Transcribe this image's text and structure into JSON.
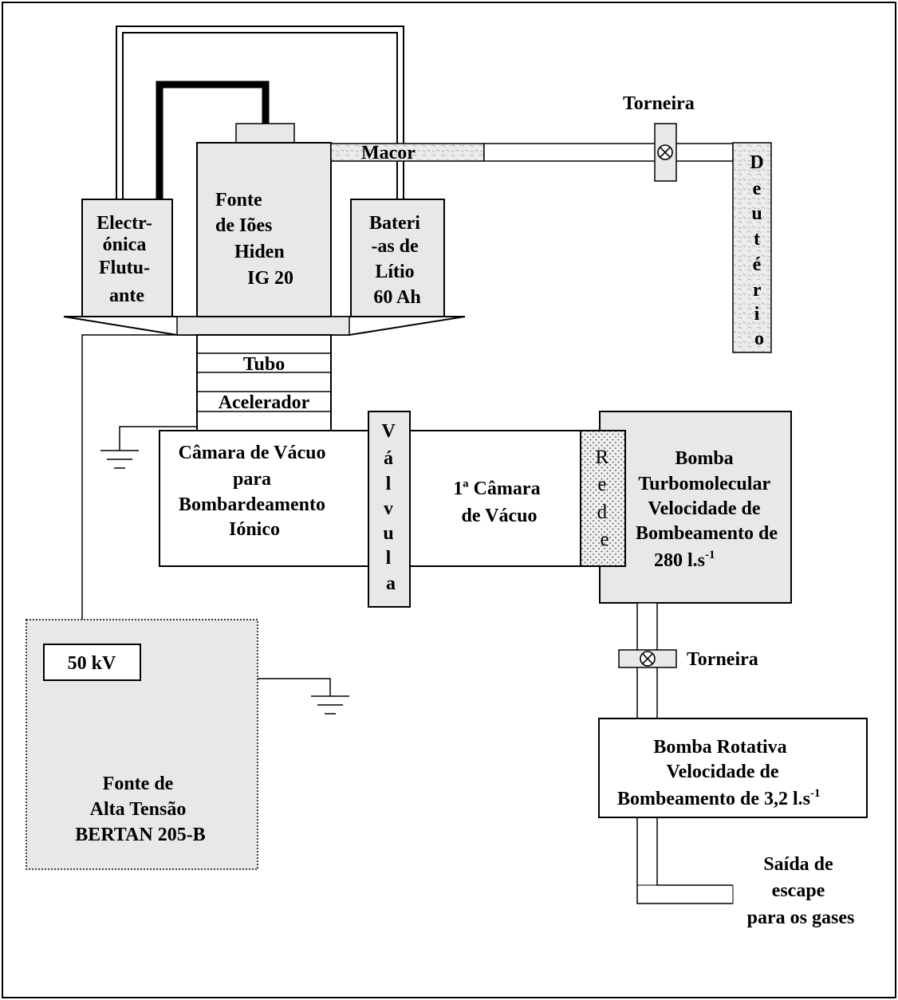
{
  "colors": {
    "box_fill": "#e8e8e8",
    "white": "#ffffff",
    "line": "#000000",
    "pattern_stroke": "#b0b0b0"
  },
  "labels": {
    "electronics": [
      "Electr-",
      "ónica",
      "Flutu-",
      "ante"
    ],
    "ion_source": [
      "Fonte",
      "de Iões",
      "Hiden",
      "IG 20"
    ],
    "batteries": [
      "Bateri",
      "-as de",
      "Lítio",
      "60 Ah"
    ],
    "macor": "Macor",
    "tap_top": "Torneira",
    "deuterium": [
      "D",
      "e",
      "u",
      "t",
      "é",
      "r",
      "i",
      "o"
    ],
    "tube": "Tubo",
    "accelerator": "Acelerador",
    "ion_chamber": [
      "Câmara de Vácuo",
      "para",
      "Bombardeamento",
      "Iónico"
    ],
    "valve": [
      "V",
      "á",
      "l",
      "v",
      "u",
      "l",
      "a"
    ],
    "first_chamber": [
      "1ª Câmara",
      "de Vácuo"
    ],
    "mesh": [
      "R",
      "e",
      "d",
      "e"
    ],
    "turbo_pump": [
      "Bomba",
      "Turbomolecular",
      "Velocidade de",
      "Bombeamento de",
      "280 l.s"
    ],
    "turbo_sup": "-1",
    "tap_bottom": "Torneira",
    "voltage": "50 kV",
    "hv_source": [
      "Fonte de",
      "Alta Tensão",
      "BERTAN 205-B"
    ],
    "rotary_pump": [
      "Bomba Rotativa",
      "Velocidade de",
      "Bombeamento de 3,2 l.s"
    ],
    "rotary_sup": "-1",
    "exhaust": [
      "Saída de",
      "escape",
      "para os gases"
    ]
  },
  "icons": {
    "tap": "circle-cross-valve-icon",
    "ground": "ground-symbol-icon"
  }
}
